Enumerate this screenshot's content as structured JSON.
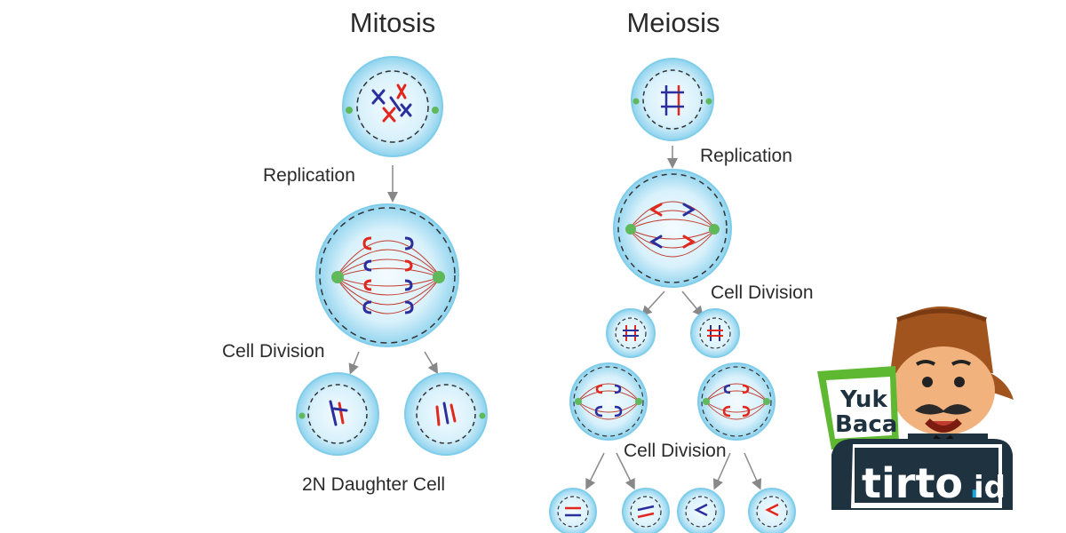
{
  "titles": {
    "mitosis": "Mitosis",
    "meiosis": "Meiosis"
  },
  "mitosis": {
    "replication": "Replication",
    "cell_division": "Cell Division",
    "result": "2N Daughter Cell"
  },
  "meiosis": {
    "replication": "Replication",
    "cell_division_1": "Cell Division",
    "cell_division_2": "Cell Division"
  },
  "badge": {
    "line1": "Yuk",
    "line2": "Baca",
    "logo_main": "tirto",
    "logo_dot": ".",
    "logo_tail": "id"
  },
  "colors": {
    "cell_fill": "#d8f1fb",
    "cell_edge": "#7fcdea",
    "nucleus_dash": "#333333",
    "spindle": "#c23b2f",
    "chrom_red": "#e1281e",
    "chrom_blue": "#2b2f9e",
    "centrosome": "#5fb85a",
    "badge_green": "#5eb832",
    "badge_dark": "#1f3240",
    "badge_blue": "#1aa3dc"
  }
}
